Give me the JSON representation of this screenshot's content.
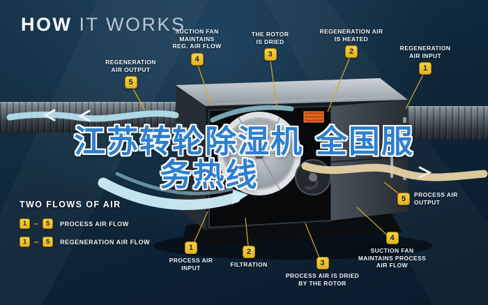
{
  "title": {
    "bold": "HOW",
    "light": "IT WORKS"
  },
  "overlay": {
    "line1": "江苏转轮除湿机 全国服",
    "line2": "务热线"
  },
  "legend": {
    "heading": "TWO FLOWS OF AIR",
    "sep": "–",
    "rows": [
      {
        "from": "1",
        "to": "5",
        "label": "PROCESS AIR FLOW"
      },
      {
        "from": "1",
        "to": "5",
        "label": "REGENERATION AIR FLOW"
      }
    ]
  },
  "callouts": {
    "regen_output": {
      "num": "5",
      "label": "REGENERATION\nAIR OUTPUT"
    },
    "regen_fan": {
      "num": "4",
      "label": "SUCTION FAN\nMAINTAINS\nREG. AIR FLOW"
    },
    "rotor_dried": {
      "num": "3",
      "label": "THE ROTOR\nIS DRIED"
    },
    "regen_heated": {
      "num": "2",
      "label": "REGENERATION AIR\nIS HEATED"
    },
    "regen_input": {
      "num": "1",
      "label": "REGENERATION\nAIR INPUT"
    },
    "process_output": {
      "num": "5",
      "label": "PROCESS AIR\nOUTPUT"
    },
    "process_fan": {
      "num": "4",
      "label": "SUCTION FAN\nMAINTAINS PROCESS\nAIR FLOW"
    },
    "process_dried": {
      "num": "3",
      "label": "PROCESS AIR IS DRIED\nBY THE ROTOR"
    },
    "filtration": {
      "num": "2",
      "label": "FILTRATION"
    },
    "process_input": {
      "num": "1",
      "label": "PROCESS AIR\nINPUT"
    }
  },
  "colors": {
    "badge": "#f3c427",
    "leader": "#d8a928",
    "flow_blue": "#bfe7f6",
    "flow_tan": "#e6d2a4",
    "overlay_blue": "#2e7fd0",
    "background": "#0e2639"
  }
}
